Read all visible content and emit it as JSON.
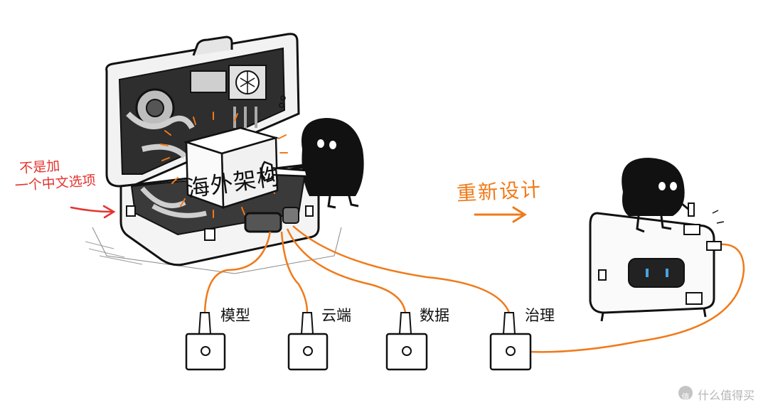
{
  "annotation": {
    "line1": "不是加",
    "line2": "一个中文选项"
  },
  "box_label": "海外架构",
  "redesign_label": "重新设计",
  "ports": [
    {
      "label": "模型"
    },
    {
      "label": "云端"
    },
    {
      "label": "数据"
    },
    {
      "label": "治理"
    }
  ],
  "watermark": {
    "logo_char": "值",
    "text": "什么值得买"
  },
  "colors": {
    "accent_orange": "#f07a1a",
    "annotation_red": "#e3342f",
    "ink": "#111111"
  }
}
